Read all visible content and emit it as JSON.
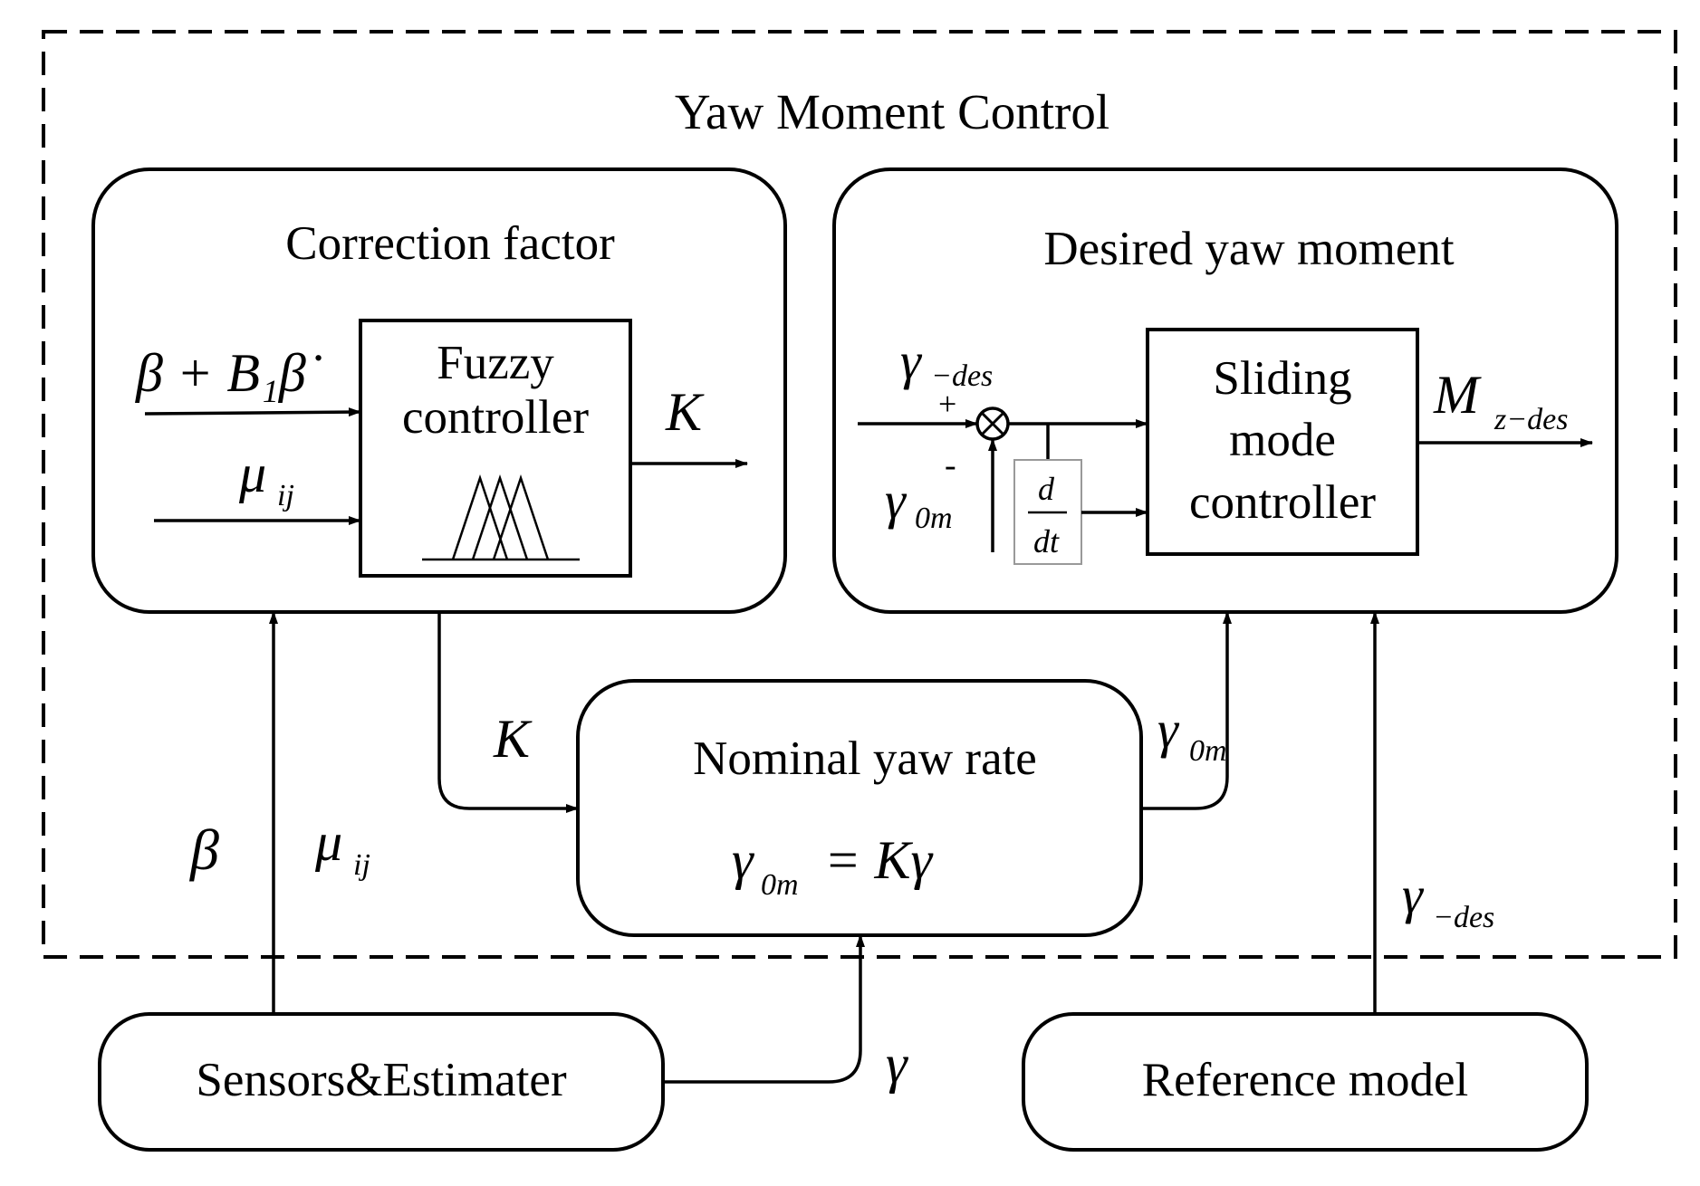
{
  "diagram": {
    "outer_title": "Yaw Moment Control",
    "correction_factor": {
      "title": "Correction factor",
      "fuzzy_line1": "Fuzzy",
      "fuzzy_line2": "controller",
      "input_beta_expr": "β + B₁β̇",
      "input_mu": "μ",
      "input_mu_sub": "ij",
      "output_k": "K"
    },
    "desired_yaw_moment": {
      "title": "Desired yaw moment",
      "smc_line1": "Sliding",
      "smc_line2": "mode",
      "smc_line3": "controller",
      "gamma_des": "γ",
      "gamma_des_sub": "−des",
      "gamma_0m": "γ",
      "gamma_0m_sub": "0m",
      "plus": "+",
      "minus": "-",
      "deriv_num": "d",
      "deriv_den": "dt",
      "output_m": "M",
      "output_m_sub": "z−des"
    },
    "nominal_yaw_rate": {
      "title": "Nominal yaw rate",
      "eq_lhs": "γ",
      "eq_lhs_sub": "0m",
      "eq_rhs": "= Kγ"
    },
    "signals": {
      "k_label": "K",
      "gamma_0m": "γ",
      "gamma_0m_sub": "0m",
      "beta": "β",
      "mu": "μ",
      "mu_sub": "ij",
      "gamma": "γ",
      "gamma_des": "γ",
      "gamma_des_sub": "−des"
    },
    "sensors": {
      "label": "Sensors&Estimater"
    },
    "reference_model": {
      "label": "Reference model"
    }
  }
}
